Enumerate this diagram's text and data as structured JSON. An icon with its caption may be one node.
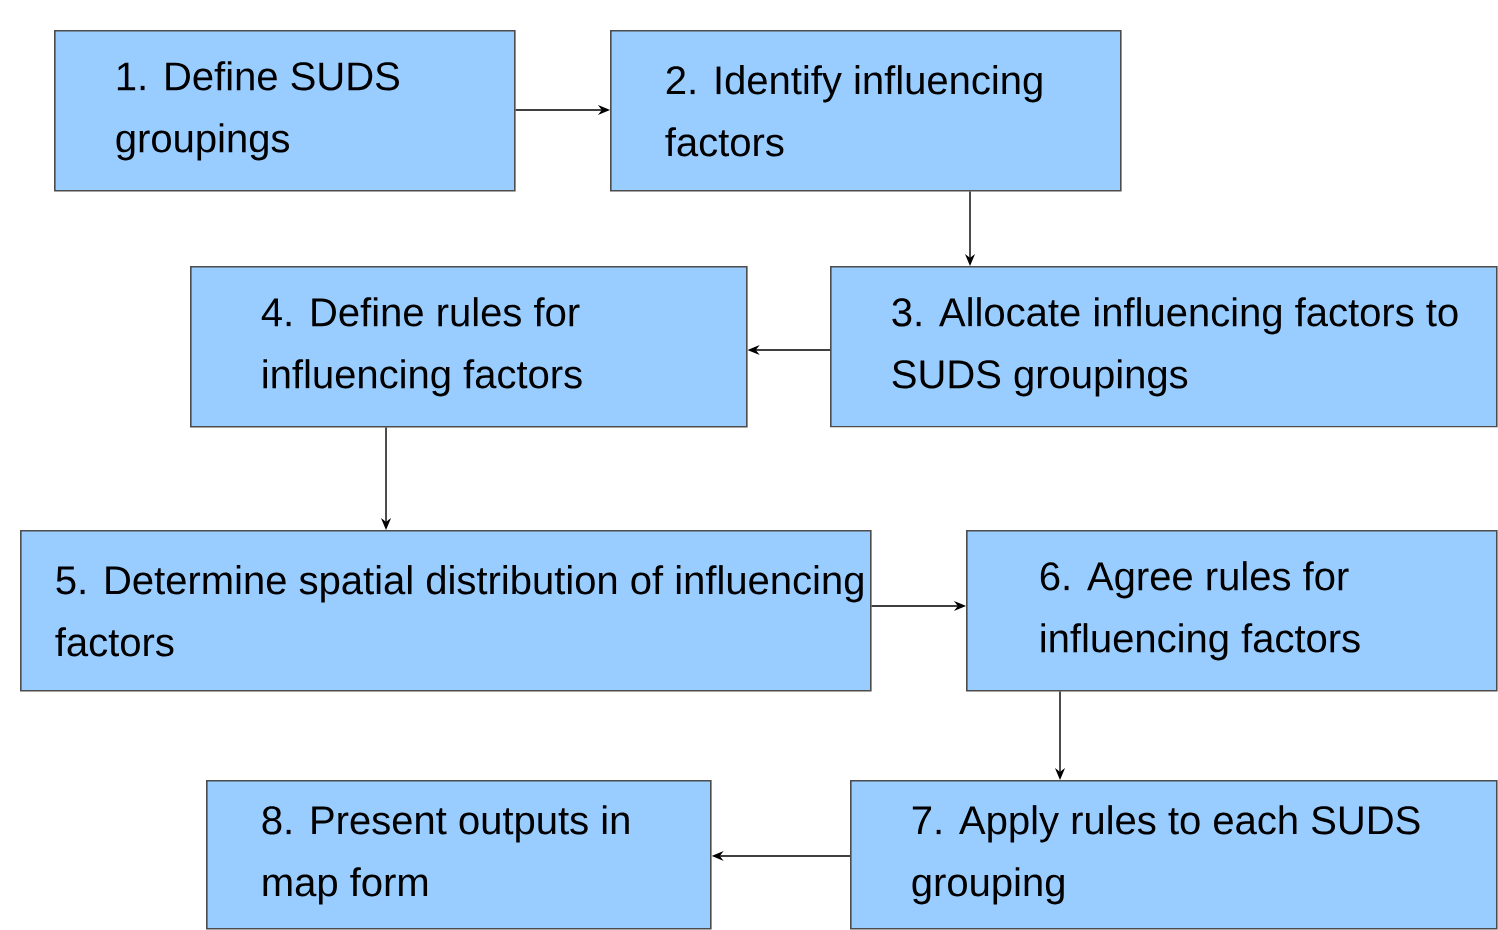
{
  "diagram": {
    "nodes": [
      {
        "text": [
          "1. Define SUDS groupings"
        ]
      },
      {
        "text": [
          "2. Identify influencing factors"
        ]
      },
      {
        "text": [
          "3. Allocate influencing factors to SUDS groupings"
        ]
      },
      {
        "text": [
          "4. Define rules for influencing factors"
        ]
      },
      {
        "text": [
          "5. Determine spatial distribution of influencing factors"
        ]
      },
      {
        "text": [
          "6. Agree rules for influencing factors"
        ]
      },
      {
        "text": [
          "7. Apply rules to each SUDS grouping"
        ]
      },
      {
        "text": [
          "8. Present outputs in map form"
        ]
      }
    ],
    "edges": [
      {
        "from": 0,
        "to": 1,
        "arrow": "to"
      },
      {
        "from": 1,
        "to": 2,
        "arrow": "to"
      },
      {
        "from": 2,
        "to": 3,
        "arrow": "to"
      },
      {
        "from": 3,
        "to": 4,
        "arrow": "to"
      },
      {
        "from": 4,
        "to": 5,
        "arrow": "to"
      },
      {
        "from": 5,
        "to": 6,
        "arrow": "to"
      },
      {
        "from": 6,
        "to": 7,
        "arrow": "to"
      }
    ]
  }
}
